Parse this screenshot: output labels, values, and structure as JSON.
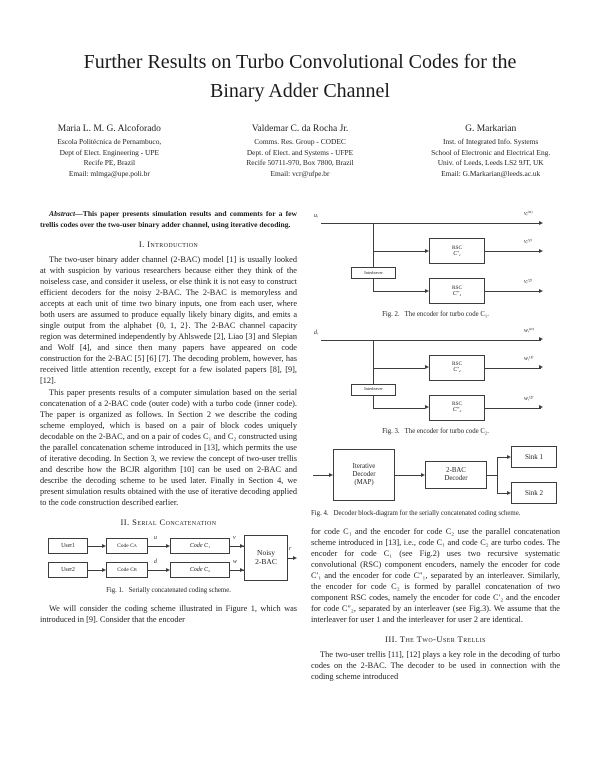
{
  "paper": {
    "title": "Further Results on Turbo Convolutional Codes for the Binary Adder Channel"
  },
  "authors": [
    {
      "name": "Maria L. M. G. Alcoforado",
      "lines": [
        "Escola Politécnica de Pernambuco,",
        "Dept of Elect. Engineering - UPE",
        "Recife PE, Brazil",
        "Email: mlmga@upe.poli.br"
      ]
    },
    {
      "name": "Valdemar C. da Rocha Jr.",
      "lines": [
        "Comms. Res. Group - CODEC",
        "Dept. of Elect. and Systems - UFPE",
        "Recife 50711-970, Box 7800, Brazil",
        "Email: vcr@ufpe.br"
      ]
    },
    {
      "name": "G. Markarian",
      "lines": [
        "Inst. of Integrated Info. Systems",
        "School of Electronic and Electrical Eng.",
        "Univ. of Leeds, Leeds LS2 9JT, UK",
        "Email: G.Markarian@leeds.ac.uk"
      ]
    }
  ],
  "abstract": {
    "label": "Abstract—",
    "text": "This paper presents simulation results and comments for a few trellis codes over the two-user binary adder channel, using iterative decoding."
  },
  "sections": {
    "s1": "I. Introduction",
    "s2": "II. Serial Concatenation",
    "s3": "III. The Two-User Trellis"
  },
  "intro": {
    "p1": "The two-user binary adder channel (2-BAC) model [1] is usually looked at with suspicion by various researchers because either they think of the noiseless case, and consider it useless, or else think it is not easy to construct efficient decoders for the noisy 2-BAC. The 2-BAC is memoryless and accepts at each unit of time two binary inputs, one from each user, where both users are assumed to produce equally likely binary digits, and emits a single output from the alphabet {0, 1, 2}. The 2-BAC channel capacity region was determined independently by Ahlswede [2], Liao [3] and Slepian and Wolf [4], and since then many papers have appeared on code construction for the 2-BAC [5] [6] [7]. The decoding problem, however, has received little attention recently, except for a few isolated papers [8], [9], [12].",
    "p2": "This paper presents results of a computer simulation based on the serial concatenation of a 2-BAC code (outer code) with a turbo code (inner code). The paper is organized as follows. In Section 2 we describe the coding scheme employed, which is based on a pair of block codes uniquely decodable on the 2-BAC, and on a pair of codes C₁ and C₂ constructed using the parallel concatenation scheme introduced in [13], which permits the use of iterative decoding. In Section 3, we review the concept of two-user trellis and describe how the BCJR algorithm [10] can be used on 2-BAC and describe the decoding scheme to be used later. Finally in Section 4, we present simulation results obtained with the use of iterative decoding applied to the code construction described earlier."
  },
  "fig1": {
    "user1": "User1",
    "user2": "User2",
    "code_prefix": "Code C",
    "sub_a": "A",
    "sub_b": "B",
    "code1": "Code C₁",
    "code2": "Code C₂",
    "lbl_u": "u",
    "lbl_d": "d",
    "lbl_v": "v",
    "lbl_w": "w",
    "lbl_r": "r",
    "channel_l1": "Noisy",
    "channel_l2": "2-BAC",
    "caption_label": "Fig. 1.",
    "caption": "Serially concatenated coding scheme."
  },
  "left_end": "We will consider the coding scheme illustrated in Figure 1, which was introduced in [9]. Consider that the encoder",
  "fig2": {
    "input": "uᵢ",
    "out0": "vᵢ⁽⁰⁾",
    "out1": "vᵢ⁽¹⁾",
    "out2": "vᵢ⁽²⁾",
    "rsc": "RSC",
    "rsc1_code": "C′₁",
    "rsc2_code": "C″₁",
    "interleaver": "Interleaver",
    "caption_label": "Fig. 2.",
    "caption": "The encoder for turbo code C₁."
  },
  "fig3": {
    "input": "dᵢ",
    "out0": "wᵢ⁽⁰⁾",
    "out1": "wᵢ⁽¹⁾",
    "out2": "wᵢ⁽²⁾",
    "rsc": "RSC",
    "rsc1_code": "C′₂",
    "rsc2_code": "C″₂",
    "interleaver": "Interleaver",
    "caption_label": "Fig. 3.",
    "caption": "The encoder for turbo code C₂."
  },
  "fig4": {
    "iter_l1": "Iterative",
    "iter_l2": "Decoder",
    "iter_l3": "(MAP)",
    "bac_l1": "2-BAC",
    "bac_l2": "Decoder",
    "sink1": "Sink 1",
    "sink2": "Sink 2",
    "caption_label": "Fig. 4.",
    "caption": "Decoder block-diagram for the serially concatenated coding scheme."
  },
  "right": {
    "p1": "for code C₁ and the encoder for code C₂ use the parallel concatenation scheme introduced in [13], i.e., code C₁ and code C₂ are turbo codes. The encoder for code C₁ (see Fig.2) uses two recursive systematic convolutional (RSC) component encoders, namely the encoder for code C′₁ and the encoder for code C″₁, separated by an interleaver. Similarly, the encoder for code C₂ is formed by parallel concatenation of two component RSC codes, namely the encoder for code C′₂ and the encoder for code C″₂, separated by an interleaver (see Fig.3). We assume that the interleaver for user 1 and the interleaver for user 2 are identical.",
    "p2": "The two-user trellis [11], [12] plays a key role in the decoding of turbo codes on the 2-BAC. The decoder to be used in connection with the coding scheme introduced"
  }
}
